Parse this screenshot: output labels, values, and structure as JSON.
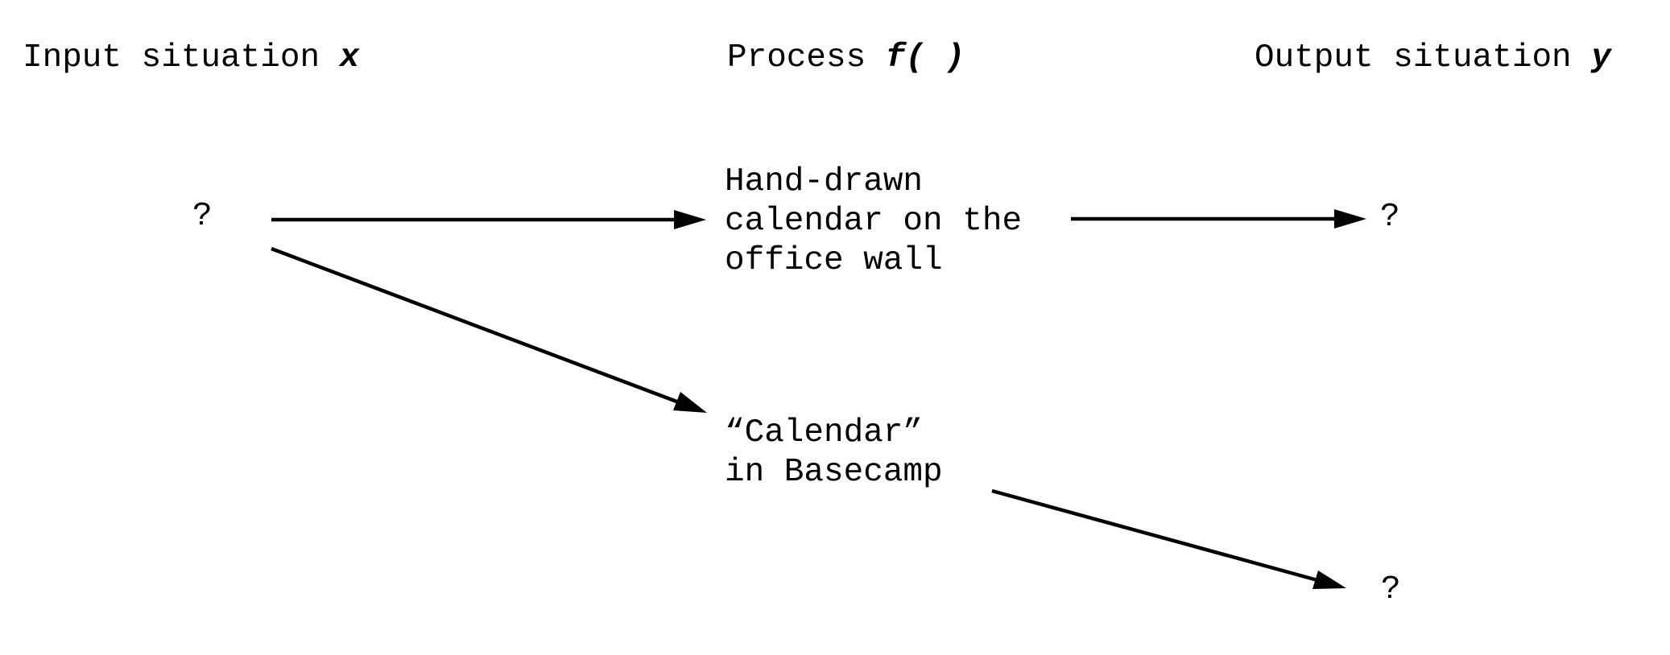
{
  "diagram": {
    "colors": {
      "background": "#ffffff",
      "ink": "#000000"
    },
    "headers": {
      "input": {
        "label": "Input situation ",
        "symbol": "x"
      },
      "process": {
        "label": "Process ",
        "symbol": "f( )"
      },
      "output": {
        "label": "Output situation ",
        "symbol": "y"
      }
    },
    "nodes": {
      "input_unknown": "?",
      "process_manual": "Hand-drawn\ncalendar on the\noffice wall",
      "process_digital": "“Calendar”\nin Basecamp",
      "output_unknown_top": "?",
      "output_unknown_bottom": "?"
    },
    "arrows": [
      {
        "name": "input-to-process-manual",
        "from": "input_unknown",
        "to": "process_manual"
      },
      {
        "name": "process-manual-to-output",
        "from": "process_manual",
        "to": "output_unknown_top"
      },
      {
        "name": "input-to-process-digital",
        "from": "input_unknown",
        "to": "process_digital"
      },
      {
        "name": "process-digital-to-output",
        "from": "process_digital",
        "to": "output_unknown_bottom"
      }
    ]
  }
}
